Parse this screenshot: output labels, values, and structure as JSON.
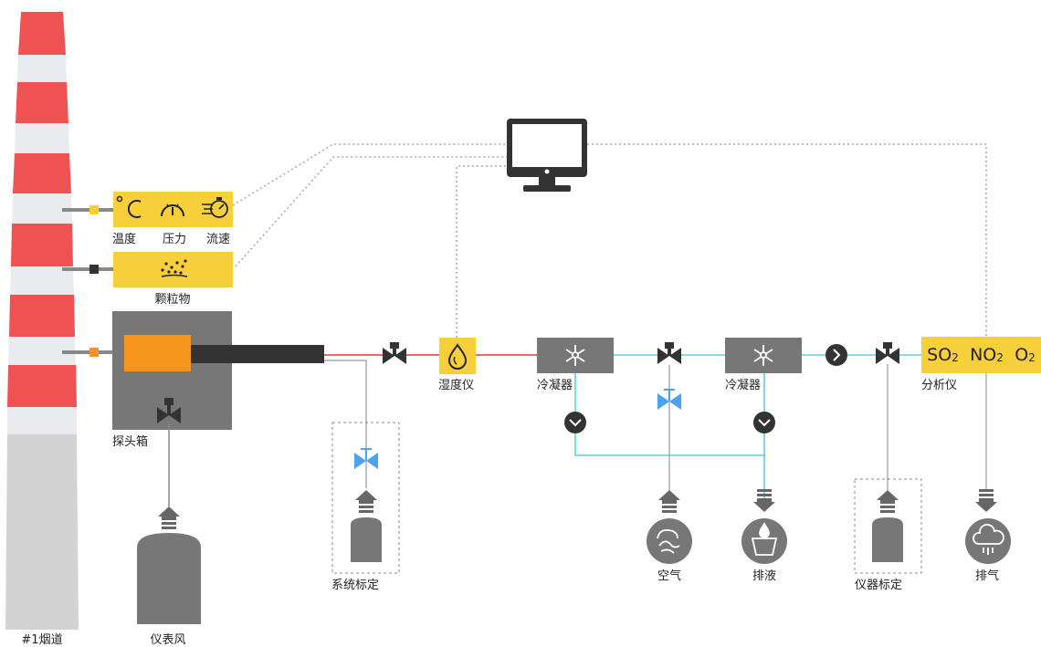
{
  "labels": {
    "chimney": "#1烟道",
    "temperature": "温度",
    "pressure": "压力",
    "flow": "流速",
    "particulates": "颗粒物",
    "probe_box": "探头箱",
    "instrument_air": "仪表风",
    "system_calibration": "系统标定",
    "humidity_meter": "湿度仪",
    "condenser_1": "冷凝器",
    "condenser_2": "冷凝器",
    "air": "空气",
    "drain": "排液",
    "instrument_calibration": "仪器标定",
    "analyzer": "分析仪",
    "exhaust": "排气"
  },
  "gases": [
    {
      "name": "SO",
      "sub": "2"
    },
    {
      "name": "NO",
      "sub": "2"
    },
    {
      "name": "O",
      "sub": "2"
    }
  ],
  "colors": {
    "chimney_red": "#ee5253",
    "chimney_white": "#e9ebee",
    "chimney_gray": "#d3d3d3",
    "sensor_yellow": "#f6cf3a",
    "gray_box": "#777777",
    "probe_orange": "#f7941d",
    "sample_line_red": "#e86a6a",
    "condensate_line_cyan": "#5bd1e0",
    "calibration_valve_blue": "#4ba3f0",
    "dotted_signal": "#aaaaaa"
  }
}
